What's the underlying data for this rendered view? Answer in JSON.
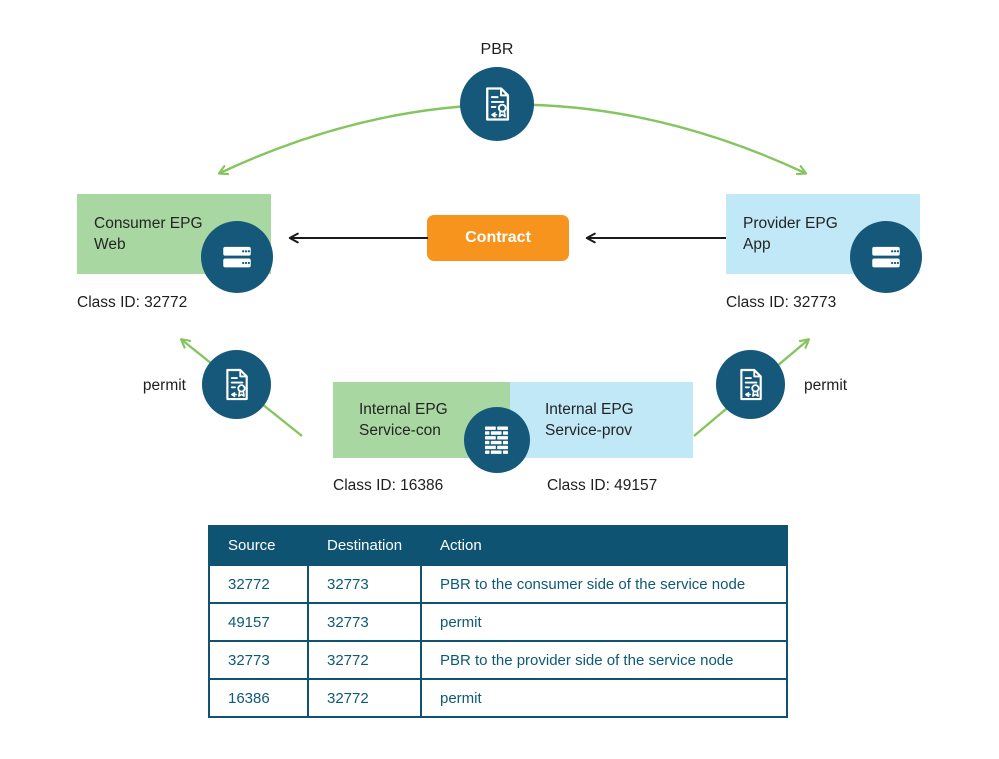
{
  "diagram": {
    "pbr_label": "PBR",
    "contract_label": "Contract",
    "consumer_epg": {
      "line1": "Consumer EPG",
      "line2": "Web",
      "class_id": "Class ID: 32772"
    },
    "provider_epg": {
      "line1": "Provider EPG",
      "line2": "App",
      "class_id": "Class ID: 32773"
    },
    "internal_epg_con": {
      "line1": "Internal EPG",
      "line2": "Service-con",
      "class_id": "Class ID: 16386"
    },
    "internal_epg_prov": {
      "line1": "Internal EPG",
      "line2": "Service-prov",
      "class_id": "Class ID: 49157"
    },
    "permit_left": "permit",
    "permit_right": "permit",
    "icons": {
      "pbr": "contract-document-icon",
      "permit_left": "contract-document-icon",
      "permit_right": "contract-document-icon",
      "consumer": "server-icon",
      "provider": "server-icon",
      "middle": "firewall-brick-icon"
    },
    "colors": {
      "green_box": "#a9d7a2",
      "blue_box": "#c0e8f7",
      "orange_contract": "#f7941e",
      "teal_circle": "#15587a",
      "table_header": "#0f5373",
      "table_text": "#0e5a75",
      "green_arrow": "#85c55f",
      "black_arrow": "#1a1a1a"
    }
  },
  "table": {
    "headers": [
      "Source",
      "Destination",
      "Action"
    ],
    "rows": [
      {
        "source": "32772",
        "destination": "32773",
        "action": "PBR to the consumer side of the service node"
      },
      {
        "source": "49157",
        "destination": "32773",
        "action": "permit"
      },
      {
        "source": "32773",
        "destination": "32772",
        "action": "PBR to the provider side of the service node"
      },
      {
        "source": "16386",
        "destination": "32772",
        "action": "permit"
      }
    ]
  }
}
